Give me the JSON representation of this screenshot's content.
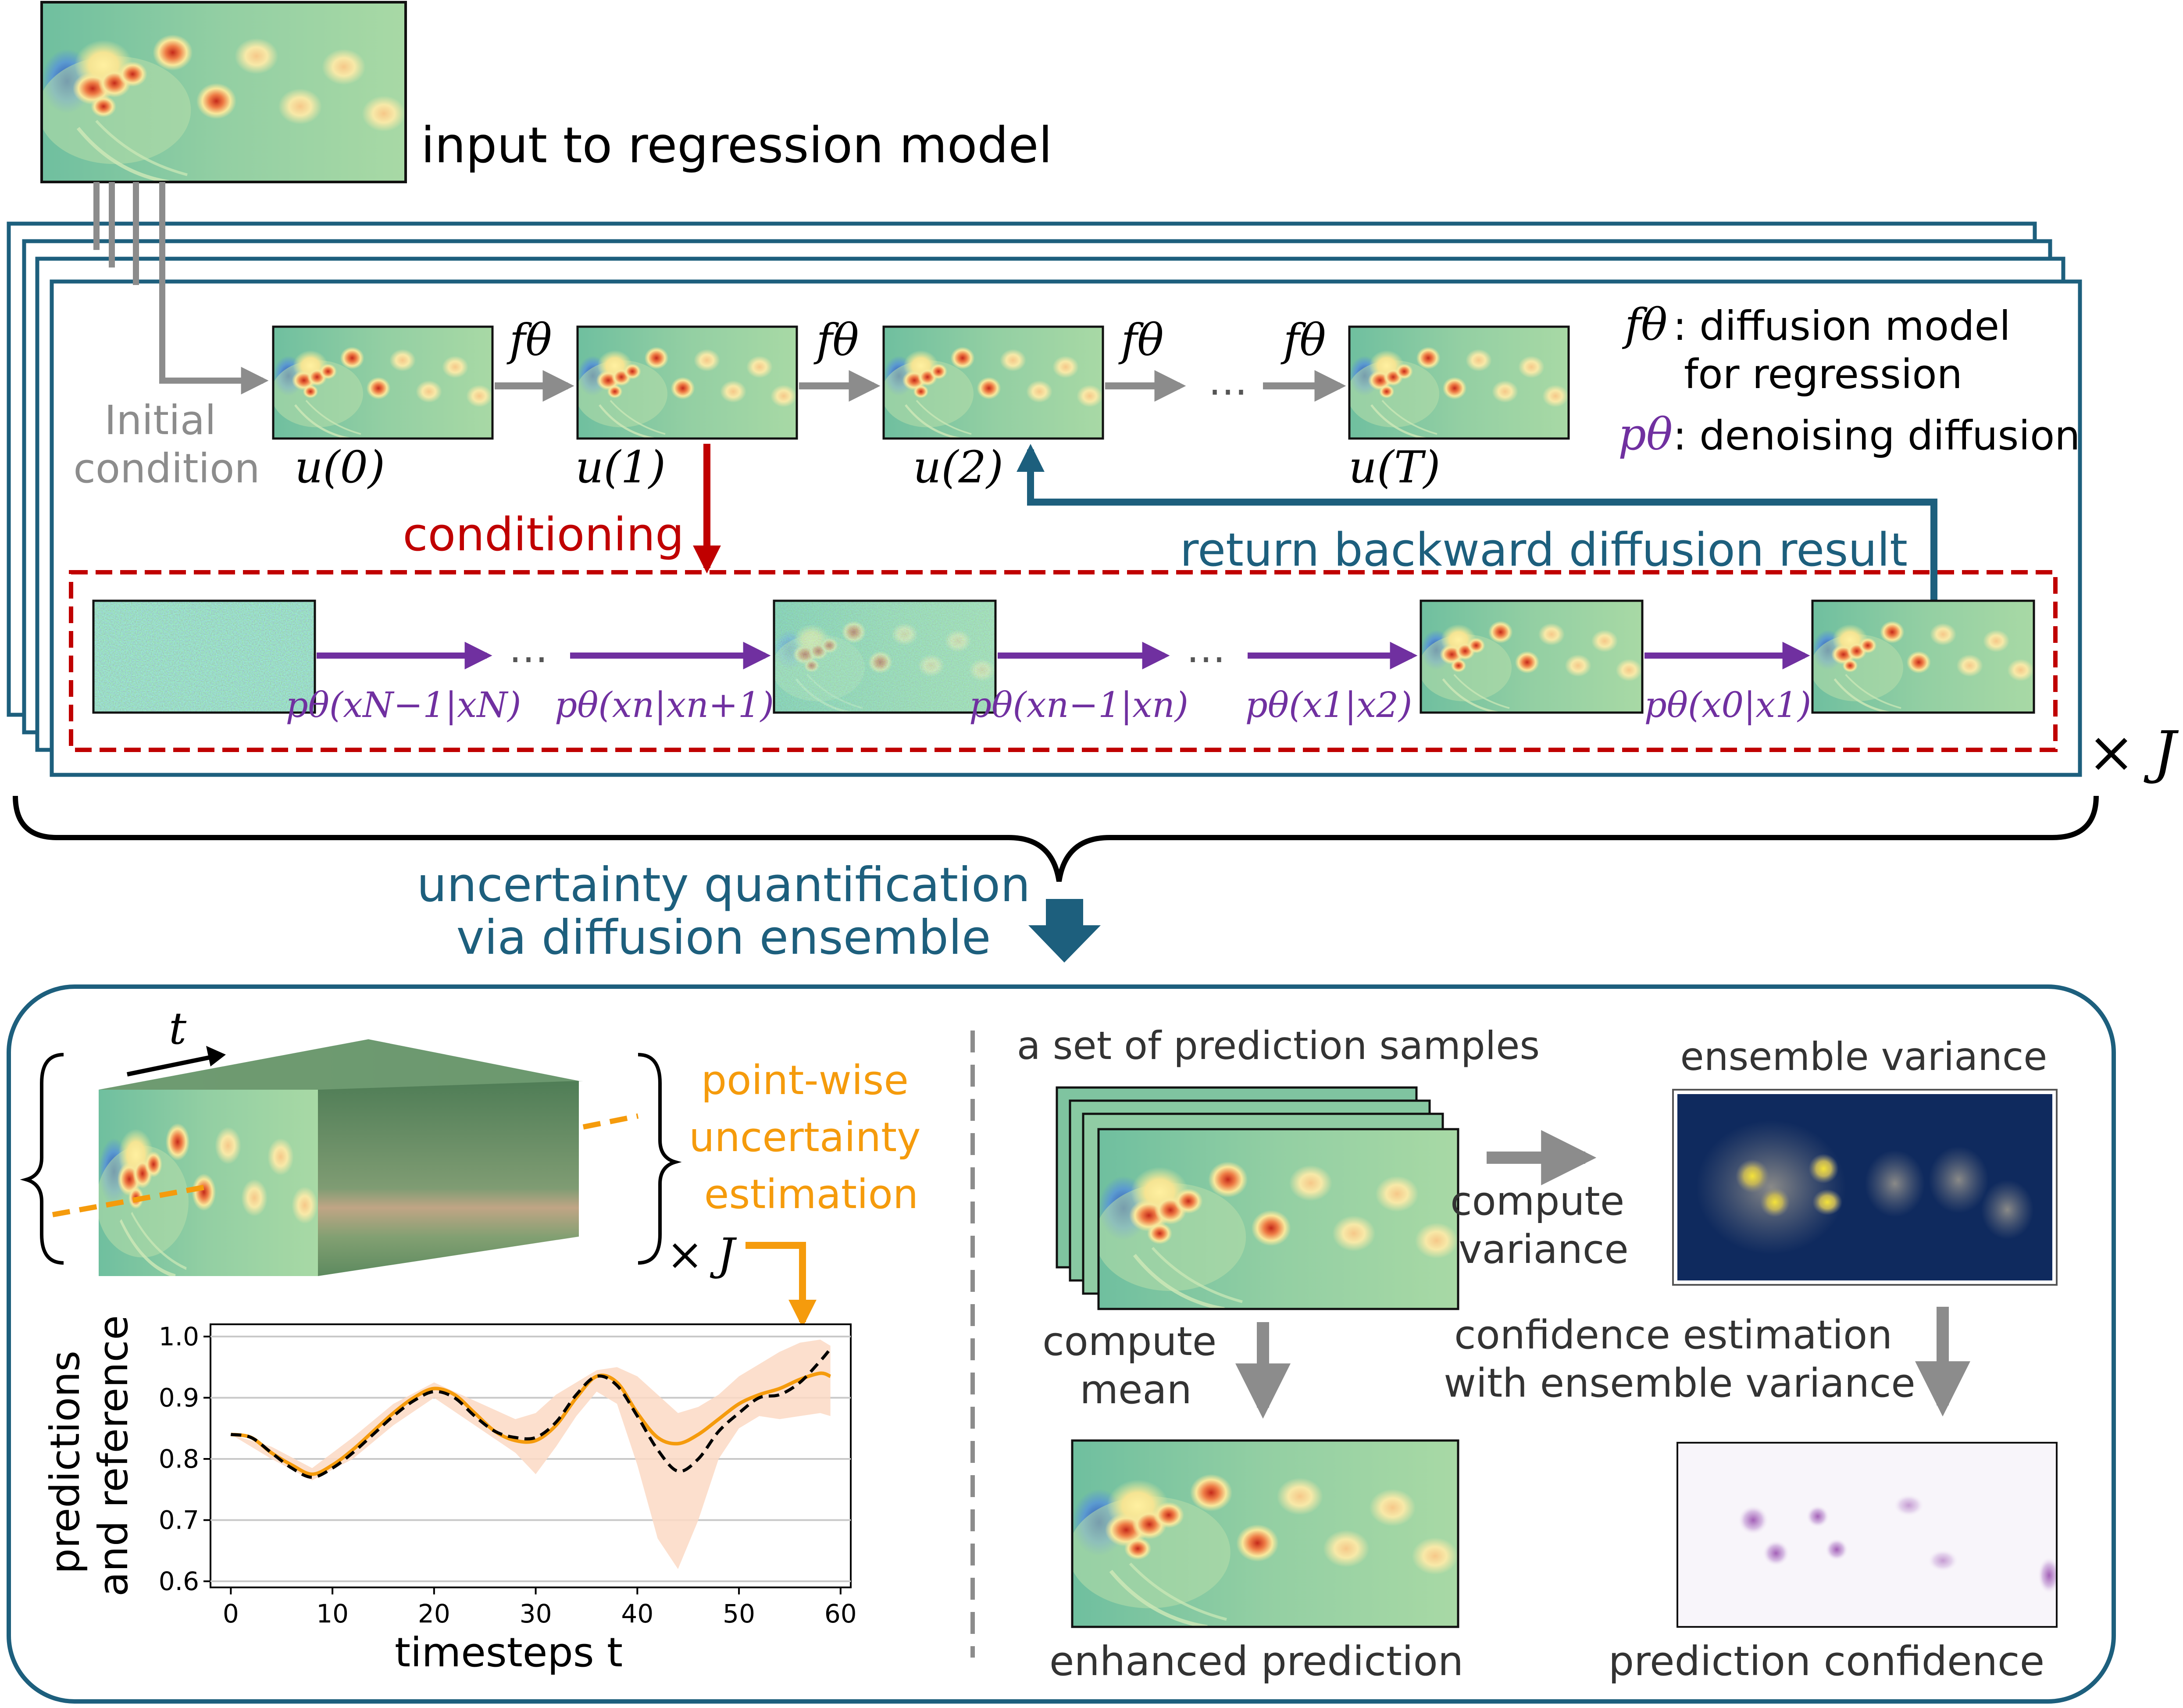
{
  "colors": {
    "frame_blue": "#1d5f7d",
    "gray": "#8c8c8c",
    "red": "#c00000",
    "purple": "#7030a0",
    "orange": "#f59b0c",
    "band": "#fcd9c4",
    "reference": "#000000"
  },
  "top": {
    "input_label": "input to regression model",
    "initial_line1": "Initial",
    "initial_line2": "condition",
    "states": [
      "u(0)",
      "u(1)",
      "u(2)",
      "u(T)"
    ],
    "step_op": "fθ",
    "ellipsis": "…",
    "legend_f_symbol": "fθ",
    "legend_f_line1": ": diffusion model",
    "legend_f_line2": "for regression",
    "legend_p_symbol": "pθ",
    "legend_p_text": ": denoising diffusion",
    "conditioning": "conditioning",
    "return_label": "return backward diffusion result",
    "chain_labels": [
      "pθ(xN−1|xN)",
      "pθ(xn|xn+1)",
      "pθ(xn−1|xn)",
      "pθ(x1|x2)",
      "pθ(x0|x1)"
    ],
    "times_J": "× J"
  },
  "middle": {
    "uq_line1": "uncertainty quantification",
    "uq_line2": "via diffusion ensemble"
  },
  "bottom_left": {
    "t_label": "t",
    "pw_line1": "point-wise",
    "pw_line2": "uncertainty",
    "pw_line3": "estimation",
    "times_J": "× J"
  },
  "chart_data": {
    "type": "line",
    "xlabel": "timesteps t",
    "ylabel_line1": "predictions",
    "ylabel_line2": "and reference",
    "xlim": [
      -2,
      61
    ],
    "ylim": [
      0.59,
      1.02
    ],
    "xticks": [
      0,
      10,
      20,
      30,
      40,
      50,
      60
    ],
    "yticks": [
      0.6,
      0.7,
      0.8,
      0.9,
      1.0
    ],
    "grid": "horizontal",
    "series": [
      {
        "role": "prediction",
        "style": "solid-orange",
        "x": [
          0,
          2,
          4,
          6,
          8,
          10,
          12,
          14,
          16,
          18,
          20,
          22,
          24,
          26,
          28,
          30,
          32,
          34,
          36,
          38,
          40,
          42,
          44,
          46,
          48,
          50,
          52,
          54,
          56,
          58,
          59
        ],
        "y": [
          0.84,
          0.835,
          0.81,
          0.79,
          0.775,
          0.79,
          0.815,
          0.845,
          0.875,
          0.9,
          0.915,
          0.905,
          0.875,
          0.845,
          0.83,
          0.83,
          0.855,
          0.9,
          0.935,
          0.925,
          0.875,
          0.835,
          0.825,
          0.84,
          0.865,
          0.89,
          0.905,
          0.915,
          0.93,
          0.94,
          0.935
        ]
      },
      {
        "role": "reference",
        "style": "dashed-black",
        "x": [
          0,
          2,
          4,
          6,
          8,
          10,
          12,
          14,
          16,
          18,
          20,
          22,
          24,
          26,
          28,
          30,
          32,
          34,
          36,
          38,
          40,
          42,
          44,
          46,
          48,
          50,
          52,
          54,
          56,
          58,
          59
        ],
        "y": [
          0.84,
          0.835,
          0.81,
          0.785,
          0.77,
          0.785,
          0.81,
          0.84,
          0.87,
          0.895,
          0.91,
          0.9,
          0.87,
          0.845,
          0.835,
          0.835,
          0.86,
          0.905,
          0.935,
          0.92,
          0.87,
          0.815,
          0.78,
          0.8,
          0.845,
          0.875,
          0.9,
          0.905,
          0.925,
          0.96,
          0.98
        ]
      },
      {
        "role": "band-upper",
        "x": [
          0,
          4,
          8,
          12,
          16,
          20,
          24,
          28,
          30,
          32,
          34,
          36,
          38,
          40,
          42,
          44,
          46,
          48,
          50,
          52,
          54,
          56,
          58,
          59
        ],
        "y": [
          0.84,
          0.82,
          0.785,
          0.835,
          0.89,
          0.925,
          0.895,
          0.865,
          0.875,
          0.905,
          0.925,
          0.945,
          0.95,
          0.935,
          0.905,
          0.875,
          0.885,
          0.905,
          0.935,
          0.955,
          0.975,
          0.99,
          0.995,
          0.985
        ]
      },
      {
        "role": "band-lower",
        "x": [
          0,
          4,
          8,
          12,
          16,
          20,
          24,
          28,
          30,
          32,
          34,
          36,
          38,
          40,
          42,
          44,
          46,
          48,
          50,
          52,
          54,
          56,
          58,
          59
        ],
        "y": [
          0.84,
          0.8,
          0.765,
          0.8,
          0.855,
          0.9,
          0.855,
          0.81,
          0.775,
          0.82,
          0.87,
          0.91,
          0.89,
          0.79,
          0.67,
          0.62,
          0.7,
          0.8,
          0.85,
          0.87,
          0.865,
          0.87,
          0.875,
          0.87
        ]
      }
    ]
  },
  "bottom_right": {
    "samples_label": "a set of prediction samples",
    "variance_title": "ensemble variance",
    "compute_var_line1": "compute",
    "compute_var_line2": "variance",
    "compute_mean_line1": "compute",
    "compute_mean_line2": "mean",
    "conf_line1": "confidence estimation",
    "conf_line2": "with ensemble variance",
    "enhanced_label": "enhanced prediction",
    "confidence_label": "prediction confidence"
  }
}
